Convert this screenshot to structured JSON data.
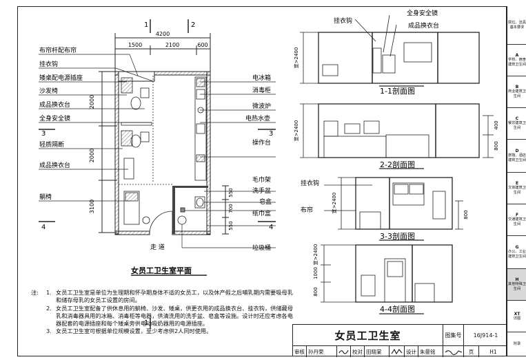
{
  "plan": {
    "title": "女员工卫生室平面",
    "dims_top": {
      "total": "4200",
      "a": "1500",
      "b": "2100",
      "c": "600"
    },
    "dims_left": {
      "a": "2000",
      "b": "2000",
      "c": "3100"
    },
    "dims_right": {
      "a": "550",
      "b": "700",
      "c": "550"
    },
    "section_marks": {
      "one": "1",
      "two": "2",
      "three": "3",
      "four": "4"
    },
    "corridor": "走 道",
    "left_labels": [
      "布帘杆配布帘",
      "挂衣钩",
      "矮桌配电源插座",
      "沙发椅",
      "成品换衣台",
      "全身安全镜",
      "轻质隔断",
      "成品换衣台",
      "躺椅"
    ],
    "right_labels": [
      "电冰箱",
      "消毒柜",
      "微波炉",
      "电热水壶",
      "操作台",
      "毛巾架",
      "洗手盆",
      "皂盒",
      "纸巾盒",
      "垃圾桶"
    ]
  },
  "sections": {
    "s1": {
      "title": "1-1剖面图",
      "label_a": "挂衣钩",
      "label_b": "全身安全镜",
      "label_c": "成品换衣台",
      "dim": "宜>2400"
    },
    "s2": {
      "title": "2-2剖面图",
      "dim": "宜>2400",
      "dim_r1": "400",
      "dim_r2": "800"
    },
    "s3": {
      "title": "3-3剖面图",
      "label_a": "挂衣钩",
      "label_b": "布帘",
      "dim": "宜>2400",
      "dim_r": "800"
    },
    "s4": {
      "title": "4-4剖面图",
      "dim_top": "宜>2400",
      "dim_mid": "1000",
      "dim_bot": "800"
    }
  },
  "notes": {
    "head": "注:",
    "items": [
      {
        "num": "1.",
        "text": "女员工卫生室是单位为生理期和怀孕期身体不适的女员工，以及休产假之后哺乳期内需要吸母乳和储存母乳的女员工设置的房间。"
      },
      {
        "num": "2.",
        "text": "女员工卫生室配备了供休息用的躺椅、沙发、矮桌，供更衣用的成品换衣台、挂衣钩，供储藏母乳和消毒器具用的冰箱、消毒柜等电器，供清洗用的洗手盆、皂盒等设施。设计时还应考虑各电器配套的电源插座和每个矮桌旁供电动吸奶器用的电源插座。"
      },
      {
        "num": "3.",
        "text": "女员工卫生室可根据单位规模设置，至少考虑供2人同时使用。"
      }
    ]
  },
  "title_block": {
    "main": "女员工卫生室",
    "atlas_label": "图集号",
    "atlas_no": "16J914-1",
    "page_label": "页",
    "page_no": "H1",
    "review_label": "审核",
    "reviewer": "孙丹荣",
    "check_label": "校对",
    "checker": "田晓棠",
    "design_label": "设计",
    "designer": "朱曼铭"
  },
  "tabs": [
    {
      "letter": "",
      "text": "厕位、洁具基本要求"
    },
    {
      "letter": "A",
      "text": "学校、宿舍建筑卫生间"
    },
    {
      "letter": "B",
      "text": "商业建筑卫生间"
    },
    {
      "letter": "C",
      "text": "餐饮建筑卫生间"
    },
    {
      "letter": "D",
      "text": "旅馆、酒店建筑卫生间"
    },
    {
      "letter": "E",
      "text": "文体建筑卫生间"
    },
    {
      "letter": "F",
      "text": "交通建筑卫生间"
    },
    {
      "letter": "G",
      "text": "办公、工业建筑卫生间"
    },
    {
      "letter": "H",
      "text": "其他特殊卫生间"
    },
    {
      "letter": "XT",
      "text": "详图"
    },
    {
      "letter": "",
      "text": "附录"
    }
  ],
  "colors": {
    "line": "#222222",
    "hatch": "#555555",
    "active_tab": "#d9d9d9"
  }
}
